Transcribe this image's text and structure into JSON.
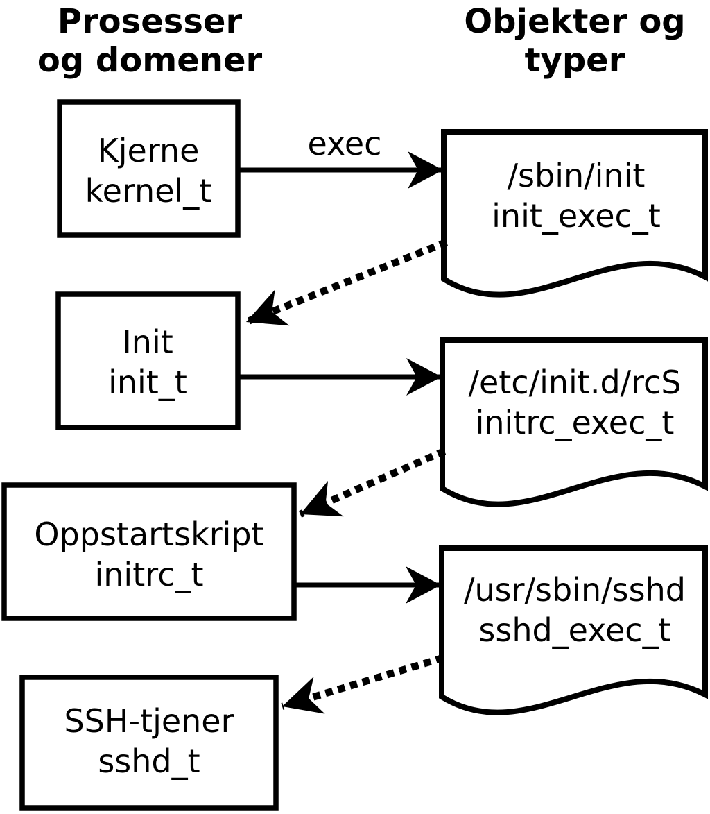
{
  "colors": {
    "background": "#ffffff",
    "ink": "#000000"
  },
  "headers": {
    "left": {
      "line1": "Prosesser",
      "line2": "og domener"
    },
    "right": {
      "line1": "Objekter og",
      "line2": "typer"
    }
  },
  "processes": [
    {
      "name": "Kjerne",
      "type": "kernel_t"
    },
    {
      "name": "Init",
      "type": "init_t"
    },
    {
      "name": "Oppstartskript",
      "type": "initrc_t"
    },
    {
      "name": "SSH-tjener",
      "type": "sshd_t"
    }
  ],
  "objects": [
    {
      "path": "/sbin/init",
      "type": "init_exec_t"
    },
    {
      "path": "/etc/init.d/rcS",
      "type": "initrc_exec_t"
    },
    {
      "path": "/usr/sbin/sshd",
      "type": "sshd_exec_t"
    }
  ],
  "labels": {
    "exec": "exec"
  }
}
